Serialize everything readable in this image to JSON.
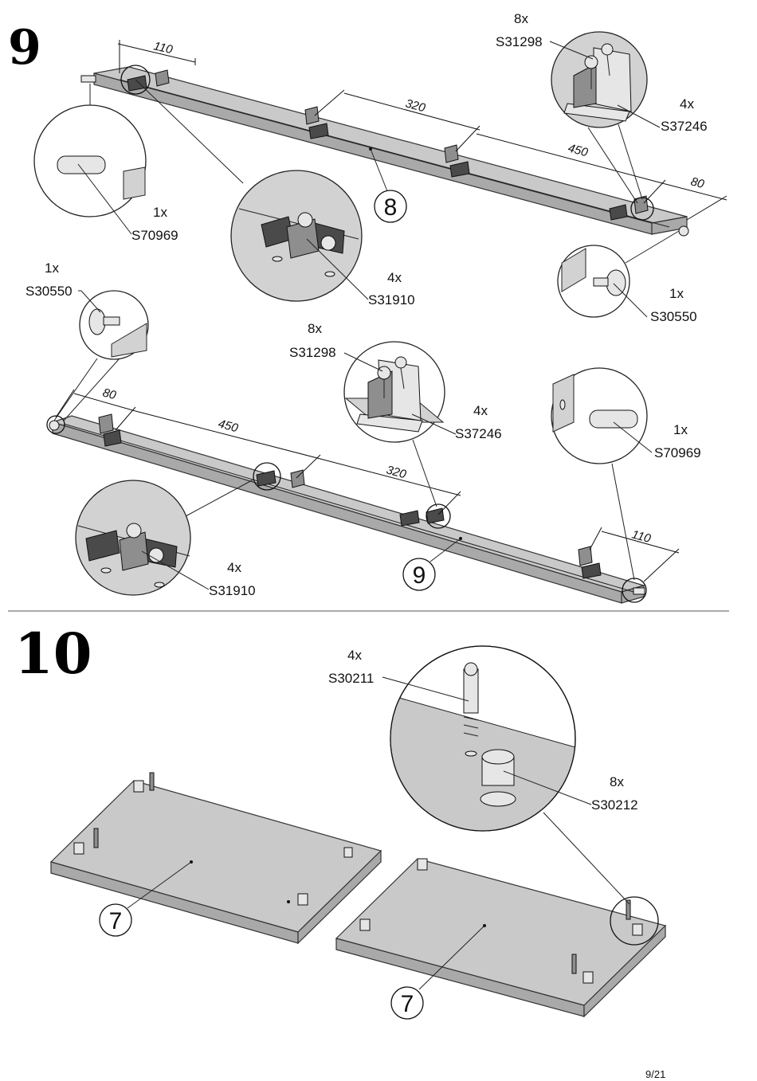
{
  "steps": {
    "step9": "9",
    "step10": "10"
  },
  "step9": {
    "panel_top": {
      "part_number": "8",
      "dimensions": [
        "110",
        "320",
        "450",
        "80"
      ],
      "callouts": {
        "pin_left": {
          "qty": "1x",
          "code": "S70969"
        },
        "cam_mid": {
          "qty": "4x",
          "code": "S31910"
        },
        "screw": {
          "qty": "8x",
          "code": "S31298"
        },
        "bracket": {
          "qty": "4x",
          "code": "S37246"
        },
        "dowel_right": {
          "qty": "1x",
          "code": "S30550"
        }
      }
    },
    "panel_bottom": {
      "part_number": "9",
      "dimensions": [
        "80",
        "450",
        "320",
        "110"
      ],
      "callouts": {
        "dowel_left": {
          "qty": "1x",
          "code": "S30550"
        },
        "screw": {
          "qty": "8x",
          "code": "S31298"
        },
        "bracket": {
          "qty": "4x",
          "code": "S37246"
        },
        "pin_right": {
          "qty": "1x",
          "code": "S70969"
        },
        "cam_mid": {
          "qty": "4x",
          "code": "S31910"
        }
      }
    }
  },
  "step10": {
    "panels": [
      "7",
      "7"
    ],
    "callouts": {
      "bolt": {
        "qty": "4x",
        "code": "S30211"
      },
      "cam": {
        "qty": "8x",
        "code": "S30212"
      }
    }
  },
  "footer": {
    "page": "9/21"
  }
}
